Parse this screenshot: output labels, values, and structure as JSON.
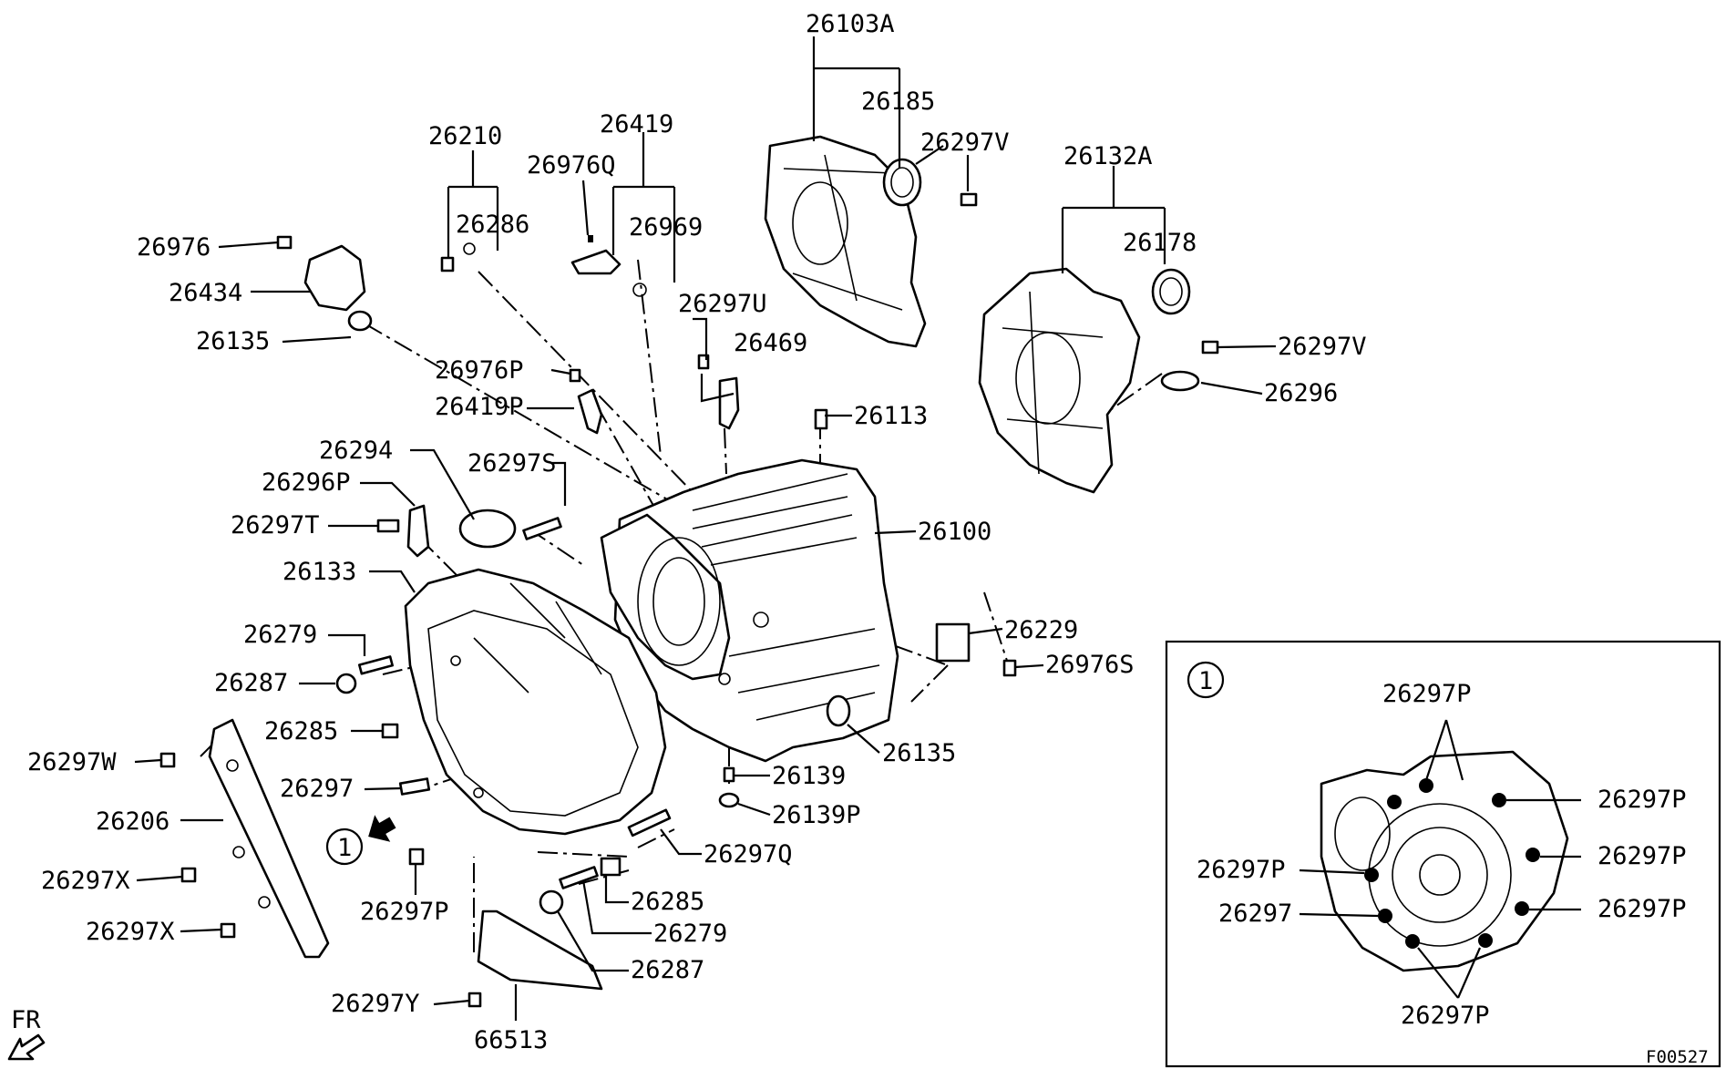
{
  "labels": {
    "l26103A": "26103A",
    "l26185": "26185",
    "l26297V_top": "26297V",
    "l26132A": "26132A",
    "l26178": "26178",
    "l26297V_right": "26297V",
    "l26296": "26296",
    "l26210": "26210",
    "l26419": "26419",
    "l26976Q": "26976Q",
    "l26286": "26286",
    "l26969": "26969",
    "l26976": "26976",
    "l26434": "26434",
    "l26135_left": "26135",
    "l26297U": "26297U",
    "l26469": "26469",
    "l26976P": "26976P",
    "l26419P": "26419P",
    "l26113": "26113",
    "l26294": "26294",
    "l26297S": "26297S",
    "l26296P": "26296P",
    "l26297T": "26297T",
    "l26100": "26100",
    "l26133": "26133",
    "l26229": "26229",
    "l26976S": "26976S",
    "l26279_left": "26279",
    "l26287_left": "26287",
    "l26285_left": "26285",
    "l26135_right": "26135",
    "l26297W": "26297W",
    "l26297": "26297",
    "l26139": "26139",
    "l26139P": "26139P",
    "l26206": "26206",
    "l26297Q": "26297Q",
    "l26297X_1": "26297X",
    "l26297P_bottom": "26297P",
    "l26285_bottom": "26285",
    "l26279_bottom": "26279",
    "l26297X_2": "26297X",
    "l26287_bottom": "26287",
    "l26297Y": "26297Y",
    "l66513": "66513",
    "fr": "FR",
    "callout_num": "1"
  },
  "inset": {
    "callout_num": "1",
    "l_top": "26297P",
    "l_right1": "26297P",
    "l_right2": "26297P",
    "l_right3": "26297P",
    "l_left1": "26297P",
    "l_left2": "26297",
    "l_bottom": "26297P"
  },
  "figure_id": "F00527"
}
